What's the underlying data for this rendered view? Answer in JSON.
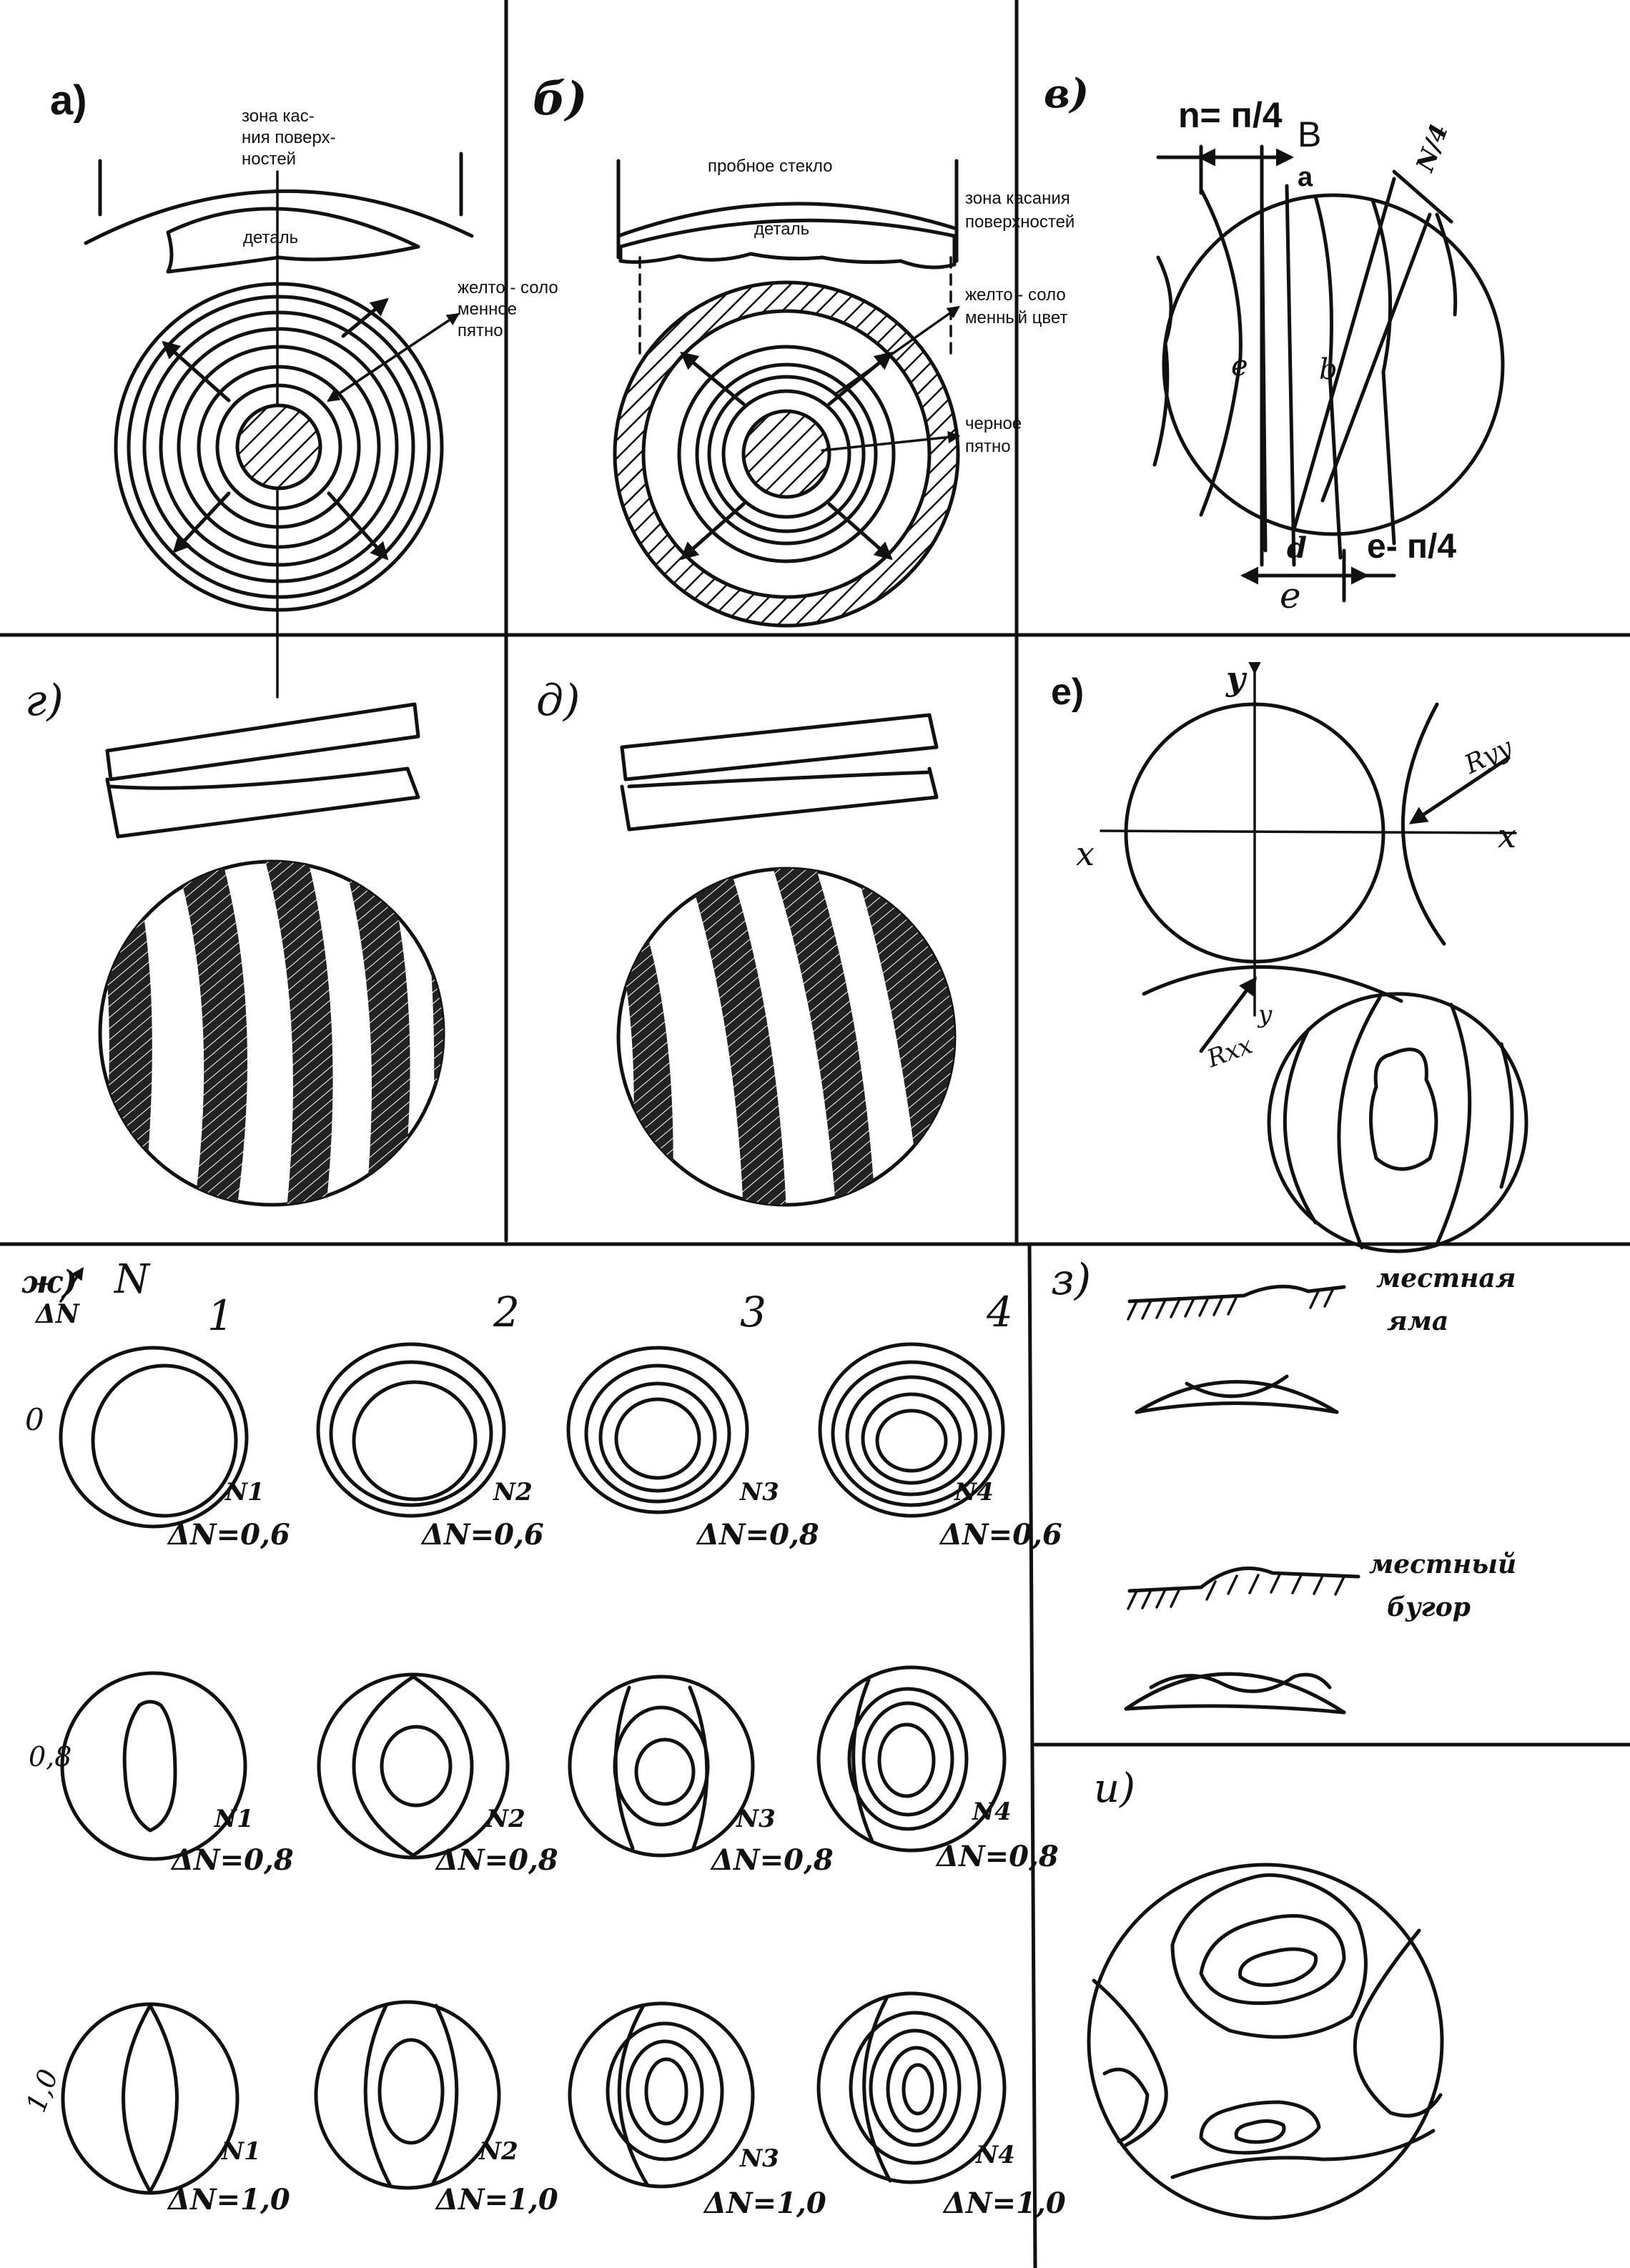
{
  "panels": {
    "a": {
      "label": "а)",
      "zone": [
        "зона кас-",
        "ния поверх-",
        "ностей"
      ],
      "part": "деталь",
      "spot": [
        "желто - соло",
        "менное",
        "пятно"
      ]
    },
    "b": {
      "label": "б)",
      "glass": "пробное стекло",
      "zone": [
        "зона касания",
        "поверхностей"
      ],
      "part": "деталь",
      "color": [
        "желто - соло",
        "менный цвет"
      ],
      "black": [
        "черное",
        "пятно"
      ]
    },
    "v": {
      "label": "в)",
      "top_formula": "n= п/4",
      "B": "В",
      "a": "а",
      "quarter": "N/4",
      "e_mark": "е",
      "b_mark": "b",
      "d_mark": "d",
      "bottom_formula": "е- п/4",
      "e_bottom": "е"
    },
    "g": {
      "label": "г)"
    },
    "d": {
      "label": "д)"
    },
    "e": {
      "label": "е)",
      "y": "у",
      "x_left": "х",
      "x_right": "х",
      "ryy": "Rуу",
      "rxx": "Rхх",
      "y_bottom": "у"
    },
    "zh": {
      "label": "ж)",
      "N": "N",
      "dN": "ΔN",
      "cols": [
        "1",
        "2",
        "3",
        "4"
      ],
      "rows": [
        {
          "label": "0",
          "cells": [
            {
              "n": "N1",
              "dn": "ΔN=0,6"
            },
            {
              "n": "N2",
              "dn": "ΔN=0,6"
            },
            {
              "n": "N3",
              "dn": "ΔN=0,8"
            },
            {
              "n": "N4",
              "dn": "ΔN=0,6"
            }
          ]
        },
        {
          "label": "0,8",
          "cells": [
            {
              "n": "N1",
              "dn": "ΔN=0,8"
            },
            {
              "n": "N2",
              "dn": "ΔN=0,8"
            },
            {
              "n": "N3",
              "dn": "ΔN=0,8"
            },
            {
              "n": "N4",
              "dn": "ΔN=0,8"
            }
          ]
        },
        {
          "label": "1,0",
          "cells": [
            {
              "n": "N1",
              "dn": "ΔN=1,0"
            },
            {
              "n": "N2",
              "dn": "ΔN=1,0"
            },
            {
              "n": "N3",
              "dn": "ΔN=1,0"
            },
            {
              "n": "N4",
              "dn": "ΔN=1,0"
            }
          ]
        }
      ]
    },
    "z": {
      "label": "з)",
      "pit": [
        "местная",
        "яма"
      ],
      "bump": [
        "местный",
        "бугор"
      ]
    },
    "i": {
      "label": "и)"
    }
  }
}
